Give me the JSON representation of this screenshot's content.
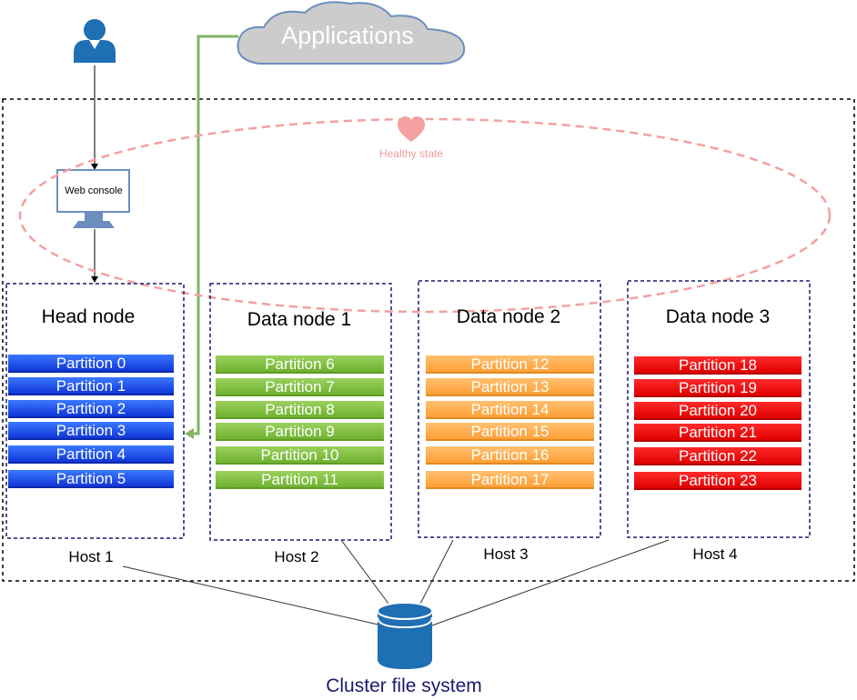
{
  "cloud": {
    "label": "Applications"
  },
  "health": {
    "label": "Healthy state"
  },
  "console": {
    "label": "Web console"
  },
  "nodes": [
    {
      "title": "Head node",
      "host": "Host 1",
      "partitions": [
        "Partition 0",
        "Partition 1",
        "Partition 2",
        "Partition 3",
        "Partition 4",
        "Partition 5"
      ]
    },
    {
      "title": "Data node 1",
      "host": "Host 2",
      "partitions": [
        "Partition 6",
        "Partition 7",
        "Partition 8",
        "Partition 9",
        "Partition 10",
        "Partition 11"
      ]
    },
    {
      "title": "Data node 2",
      "host": "Host 3",
      "partitions": [
        "Partition 12",
        "Partition 13",
        "Partition 14",
        "Partition 15",
        "Partition 16",
        "Partition 17"
      ]
    },
    {
      "title": "Data node 3",
      "host": "Host 4",
      "partitions": [
        "Partition 18",
        "Partition 19",
        "Partition 20",
        "Partition 21",
        "Partition 22",
        "Partition 23"
      ]
    }
  ],
  "storage": {
    "label": "Cluster file system"
  },
  "colors": {
    "head": "#1f4fff",
    "data1": "#8cc34b",
    "data2": "#ffb050",
    "data3": "#f00000",
    "health_ring": "#f4a0a0",
    "app_arrow": "#82b366",
    "db": "#1f6fb4"
  },
  "icons": [
    "user-icon",
    "monitor-icon",
    "heart-icon",
    "cloud-icon",
    "database-icon"
  ]
}
